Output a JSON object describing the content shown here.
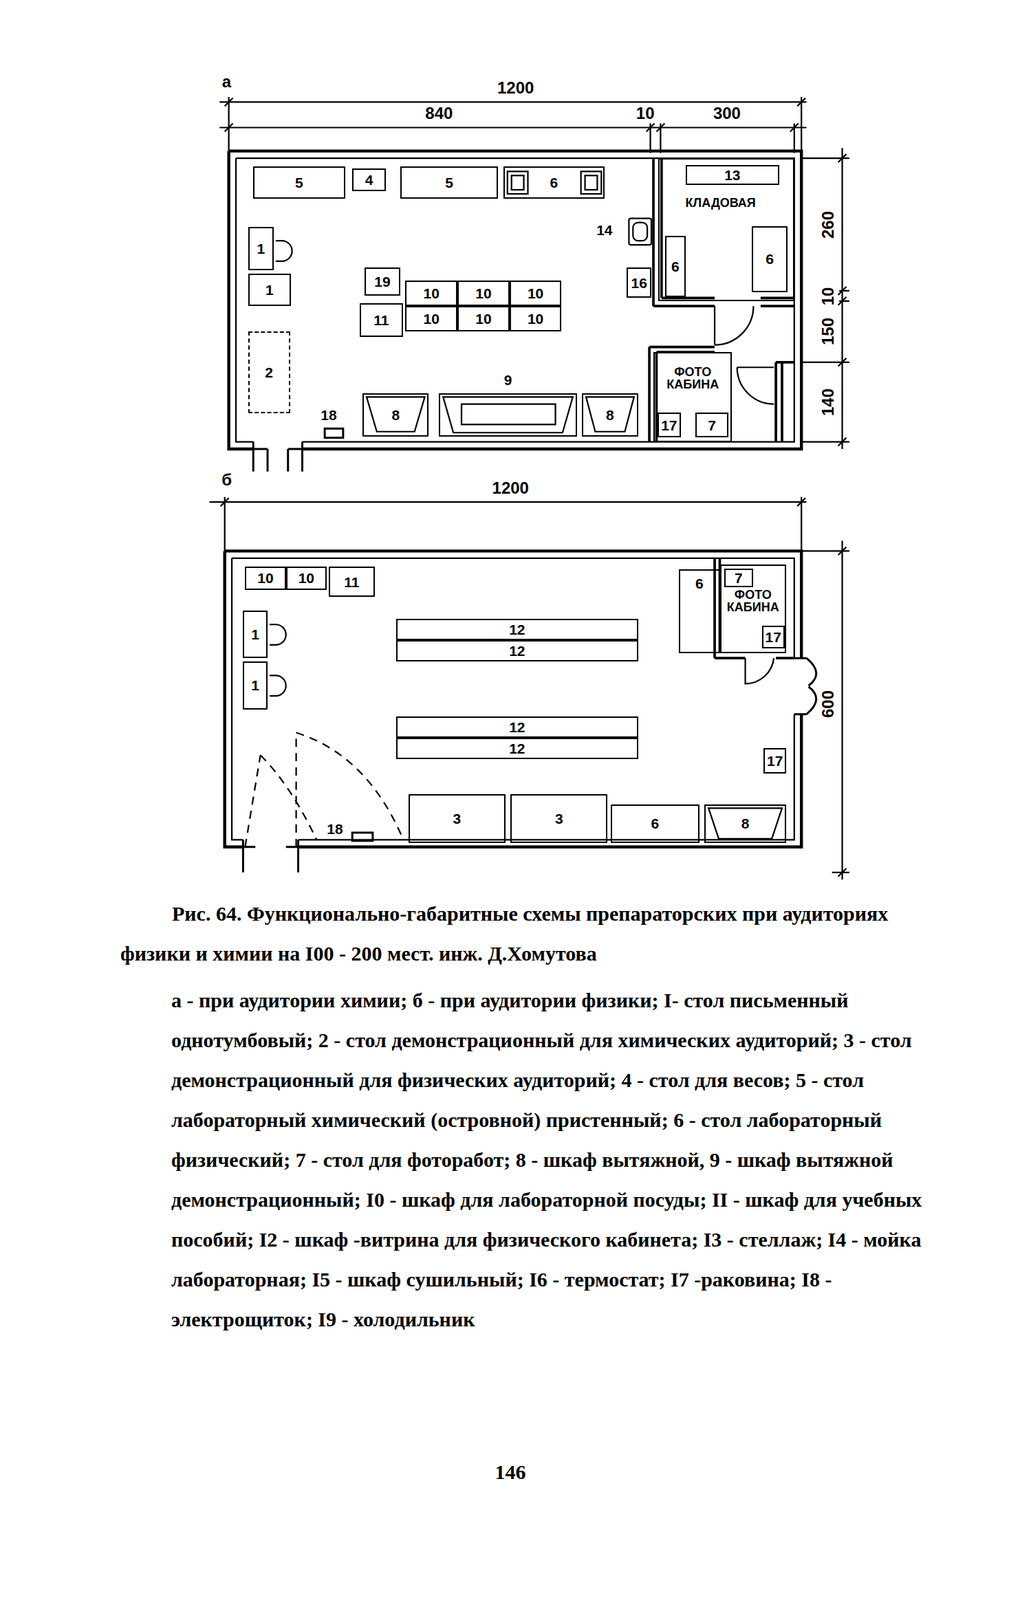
{
  "diagram": {
    "caption": "Рис. 64. Функционально-габаритные схемы препараторских при аудиториях физики и химии на I00 - 200 мест. инж. Д.Хомутова",
    "nodes": [
      {
        "text": [
          "5"
        ]
      },
      {
        "text": [
          "4"
        ]
      },
      {
        "text": [
          "5"
        ]
      },
      {
        "text": [
          "6"
        ]
      },
      {
        "text": [
          "КЛАДОВАЯ"
        ]
      },
      {
        "text": [
          "13"
        ],
        "in": 4
      },
      {
        "text": [
          "6"
        ],
        "in": 4
      },
      {
        "text": [
          "6"
        ],
        "in": 4
      },
      {
        "text": [
          "1"
        ]
      },
      {
        "text": [
          "1"
        ]
      },
      {
        "text": [
          "19"
        ]
      },
      {
        "text": [
          "10"
        ]
      },
      {
        "text": [
          "10"
        ]
      },
      {
        "text": [
          "10"
        ]
      },
      {
        "text": [
          "11"
        ]
      },
      {
        "text": [
          "10"
        ]
      },
      {
        "text": [
          "10"
        ]
      },
      {
        "text": [
          "10"
        ]
      },
      {
        "text": [
          "16"
        ]
      },
      {
        "text": [
          "2"
        ]
      },
      {
        "text": [
          "8"
        ]
      },
      {
        "text": [
          "9"
        ]
      },
      {
        "text": [
          "8"
        ]
      },
      {
        "text": [
          "ФОТО КАБИНА"
        ]
      },
      {
        "text": [
          "17"
        ],
        "in": 23
      },
      {
        "text": [
          "7"
        ],
        "in": 23
      },
      {
        "text": [
          "10"
        ]
      },
      {
        "text": [
          "10"
        ]
      },
      {
        "text": [
          "11"
        ]
      },
      {
        "text": [
          "6"
        ]
      },
      {
        "text": [
          "ФОТО КАБИНА"
        ]
      },
      {
        "text": [
          "7"
        ],
        "in": 30
      },
      {
        "text": [
          "17"
        ],
        "in": 30
      },
      {
        "text": [
          "1"
        ]
      },
      {
        "text": [
          "1"
        ]
      },
      {
        "text": [
          "12"
        ]
      },
      {
        "text": [
          "12"
        ]
      },
      {
        "text": [
          "12"
        ]
      },
      {
        "text": [
          "12"
        ]
      },
      {
        "text": [
          "17"
        ]
      },
      {
        "text": [
          "3"
        ]
      },
      {
        "text": [
          "3"
        ]
      },
      {
        "text": [
          "6"
        ]
      },
      {
        "text": [
          "8"
        ]
      }
    ],
    "labels": [
      "а",
      "1200",
      "840",
      "10",
      "300",
      "260",
      "10",
      "150",
      "140",
      "14",
      "18",
      "б",
      "1200",
      "600",
      "18",
      "а - при аудитории химии; б - при аудитории физики; I- стол письменный однотумбовый; 2 - стол демонстрационный для химических аудиторий; 3 - стол демонстрационный для физических аудиторий; 4 - стол для весов; 5 - стол лабораторный химический (островной) пристенный; 6 - стол лабораторный физический; 7 - стол для фоторабот; 8 - шкаф вытяжной, 9 - шкаф вытяжной демонстрационный; I0 - шкаф для лабораторной посуды; II - шкаф для учебных пособий; I2 - шкаф -витрина для физического кабинета; I3 - стеллаж; I4 - мойка лабораторная; I5 - шкаф сушильный; I6 - термостат; I7 -раковина; I8 - электрощиток; I9 - холодильник",
      "146"
    ]
  }
}
